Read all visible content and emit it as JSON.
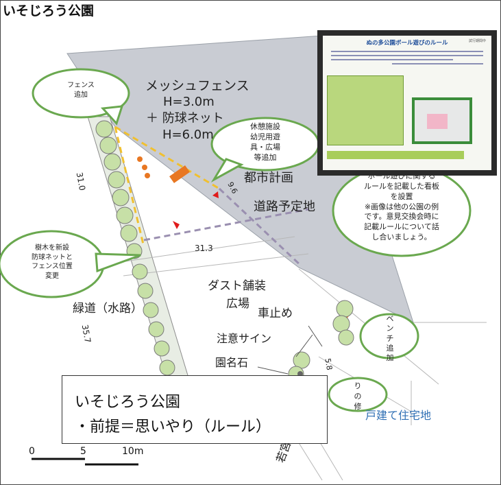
{
  "title": "いそじろう公園",
  "map_labels": {
    "mesh_fence": "メッシュフェンス",
    "h3": "H=3.0m",
    "ball_net": "＋ 防球ネット",
    "h6": "H=6.0m",
    "urban_plan": "都市計画",
    "road_plan": "道路予定地",
    "dust_pave": "ダスト舗装",
    "plaza": "広場",
    "green_road": "緑道（水路）",
    "car_stop": "車止め",
    "caution_sign": "注意サイン",
    "name_stone": "園名石",
    "residential": "戸建て住宅地",
    "dim_310": "31.0",
    "dim_313": "31.3",
    "dim_357": "35.7",
    "dim_58": "5.8",
    "dim_96": "9.6",
    "wakamiya": "若宮"
  },
  "callouts": {
    "fence_add": [
      "フェンス",
      "追加"
    ],
    "rest_facility": [
      "休憩施設",
      "幼児用遊",
      "具・広場",
      "等追加"
    ],
    "sign_rule": [
      "ボール遊びに関する",
      "ルールを記載した看板",
      "を設置",
      "※画像は他の公園の例",
      "です。意見交換会時に",
      "記載ルールについて話",
      "し合いましょう。"
    ],
    "tree_new": [
      "樹木を新設",
      "防球ネットと",
      "フェンス位置",
      "変更"
    ],
    "bench_add": [
      "ベ",
      "ン",
      "チ",
      "追",
      "加"
    ],
    "repair": [
      "り",
      "の",
      "修"
    ]
  },
  "premise_box": {
    "line1": "いそじろう公園",
    "line2": "・前提＝思いやり（ルール）"
  },
  "sign_photo": {
    "title": "ぬの多公園ボール遊びのルール",
    "badge": "試行期間中"
  },
  "scale": {
    "zero": "0",
    "five": "5",
    "ten": "10m"
  },
  "colors": {
    "road_gray": "#c9ccd3",
    "fence_yellow": "#f0c030",
    "tree_green": "#7cb342",
    "callout_border": "#6aa84f",
    "orange_item": "#e87722",
    "dash_purple": "#9a8fb0"
  }
}
